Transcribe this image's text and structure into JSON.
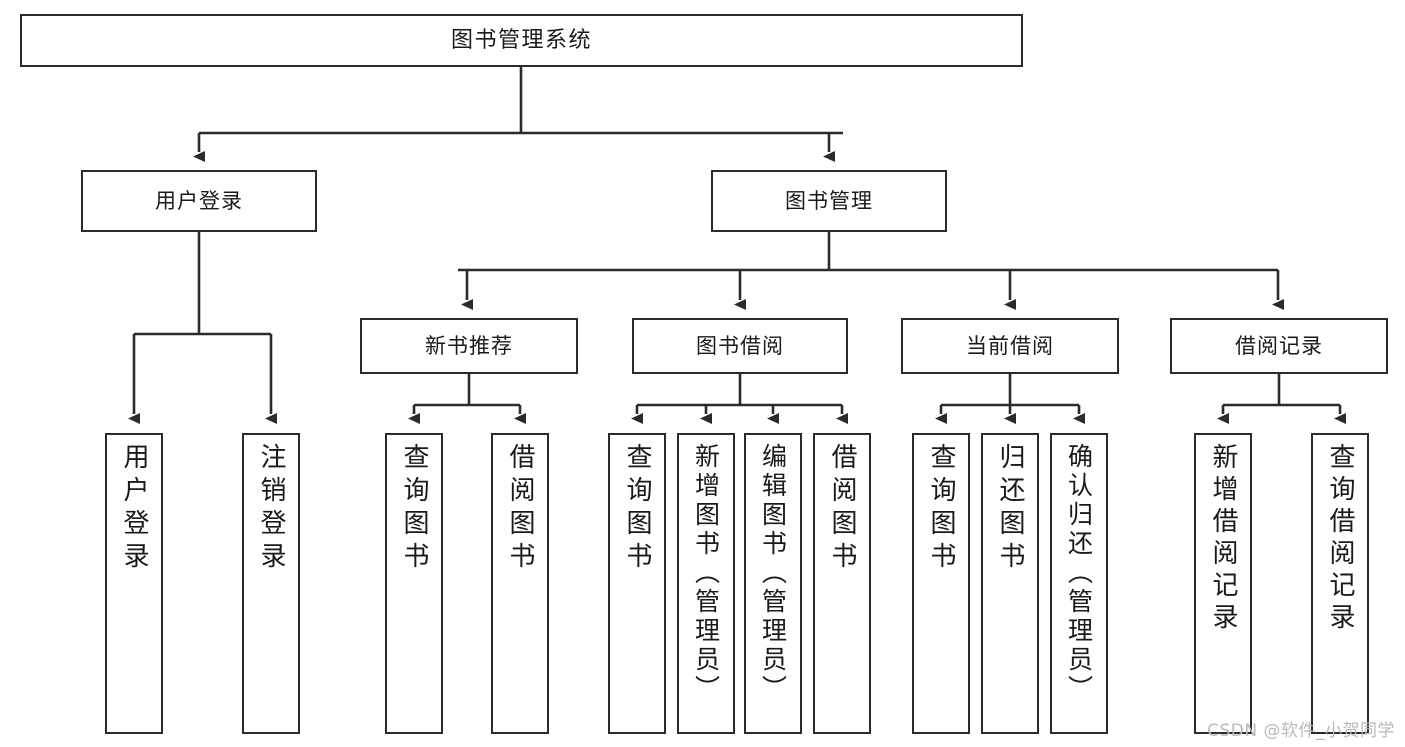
{
  "diagram": {
    "title": "图书管理系统",
    "type": "tree-hierarchy-chart",
    "watermark": "CSDN @软件_小贺同学",
    "colors": {
      "box_border": "#2b2b2b",
      "box_fill": "#ffffff",
      "connector": "#2b2b2b",
      "text": "#1a1a1a",
      "watermark": "#b9b9b9",
      "background": "#ffffff"
    },
    "levels": {
      "root": "图书管理系统",
      "level2": [
        "用户登录",
        "图书管理"
      ],
      "level3": [
        "新书推荐",
        "图书借阅",
        "当前借阅",
        "借阅记录"
      ]
    },
    "nodes": {
      "root": {
        "label": "图书管理系统"
      },
      "user_login": {
        "label": "用户登录"
      },
      "book_manage": {
        "label": "图书管理"
      },
      "new_book_rec": {
        "label": "新书推荐"
      },
      "book_borrow": {
        "label": "图书借阅"
      },
      "current_borrow": {
        "label": "当前借阅"
      },
      "borrow_record": {
        "label": "借阅记录"
      },
      "leaf_user_login": {
        "label": "用户登录"
      },
      "leaf_logout": {
        "label": "注销登录"
      },
      "leaf_query_book_1": {
        "label": "查询图书"
      },
      "leaf_borrow_book_1": {
        "label": "借阅图书"
      },
      "leaf_query_book_2": {
        "label": "查询图书"
      },
      "leaf_add_book": {
        "label": "新增图书（管理员）"
      },
      "leaf_edit_book": {
        "label": "编辑图书（管理员）"
      },
      "leaf_borrow_book_2": {
        "label": "借阅图书"
      },
      "leaf_query_book_3": {
        "label": "查询图书"
      },
      "leaf_return_book": {
        "label": "归还图书"
      },
      "leaf_confirm_return": {
        "label": "确认归还（管理员）"
      },
      "leaf_add_record": {
        "label": "新增借阅记录"
      },
      "leaf_query_record": {
        "label": "查询借阅记录"
      }
    },
    "edges": [
      {
        "from": "root",
        "to": "user_login"
      },
      {
        "from": "root",
        "to": "book_manage"
      },
      {
        "from": "user_login",
        "to": "leaf_user_login"
      },
      {
        "from": "user_login",
        "to": "leaf_logout"
      },
      {
        "from": "book_manage",
        "to": "new_book_rec"
      },
      {
        "from": "book_manage",
        "to": "book_borrow"
      },
      {
        "from": "book_manage",
        "to": "current_borrow"
      },
      {
        "from": "book_manage",
        "to": "borrow_record"
      },
      {
        "from": "new_book_rec",
        "to": "leaf_query_book_1"
      },
      {
        "from": "new_book_rec",
        "to": "leaf_borrow_book_1"
      },
      {
        "from": "book_borrow",
        "to": "leaf_query_book_2"
      },
      {
        "from": "book_borrow",
        "to": "leaf_add_book"
      },
      {
        "from": "book_borrow",
        "to": "leaf_edit_book"
      },
      {
        "from": "book_borrow",
        "to": "leaf_borrow_book_2"
      },
      {
        "from": "current_borrow",
        "to": "leaf_query_book_3"
      },
      {
        "from": "current_borrow",
        "to": "leaf_return_book"
      },
      {
        "from": "current_borrow",
        "to": "leaf_confirm_return"
      },
      {
        "from": "borrow_record",
        "to": "leaf_add_record"
      },
      {
        "from": "borrow_record",
        "to": "leaf_query_record"
      }
    ]
  }
}
